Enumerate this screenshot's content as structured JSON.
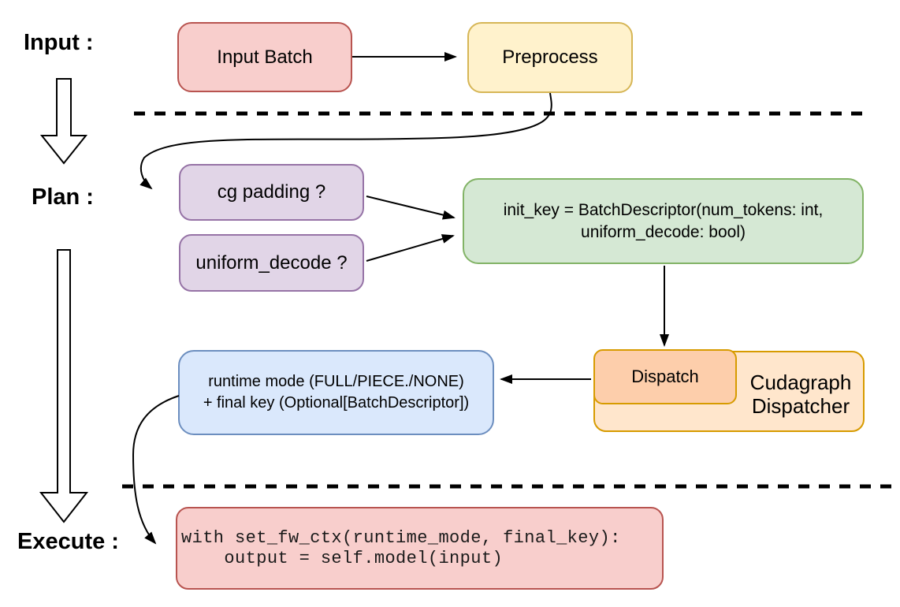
{
  "diagram": {
    "stage_labels": {
      "input": "Input :",
      "plan": "Plan :",
      "execute": "Execute :"
    },
    "nodes": {
      "input_batch": {
        "label": "Input Batch"
      },
      "preprocess": {
        "label": "Preprocess"
      },
      "cg_padding": {
        "label": "cg padding ?"
      },
      "uniform_decode": {
        "label": "uniform_decode ?"
      },
      "init_key": {
        "line1": "init_key = BatchDescriptor(num_tokens: int,",
        "line2": "uniform_decode: bool)"
      },
      "runtime_mode": {
        "line1": "runtime mode (FULL/PIECE./NONE)",
        "line2": "+ final key (Optional[BatchDescriptor])"
      },
      "dispatch": {
        "label": "Dispatch"
      },
      "cudagraph_dispatcher": {
        "line1": "Cudagraph",
        "line2": "Dispatcher"
      },
      "execute_code": {
        "line1": "with set_fw_ctx(runtime_mode, final_key):",
        "line2": "    output = self.model(input)"
      }
    },
    "colors": {
      "red_fill": "#f8cecc",
      "red_border": "#b85450",
      "yellow_fill": "#fff2cc",
      "yellow_border": "#d6b656",
      "purple_fill": "#e1d5e7",
      "purple_border": "#9673a6",
      "green_fill": "#d5e8d4",
      "green_border": "#82b366",
      "blue_fill": "#dae8fc",
      "blue_border": "#6c8ebf",
      "orange_fill": "#ffe6cc",
      "orange_inner_fill": "#fdceab",
      "orange_border": "#d79b00",
      "line_color": "#000000"
    }
  }
}
